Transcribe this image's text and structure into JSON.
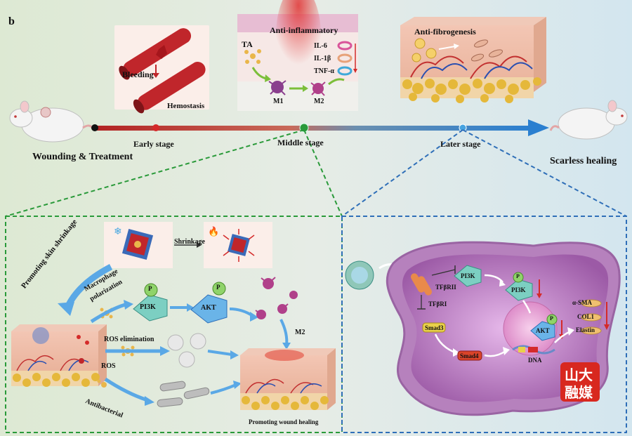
{
  "panel_label": "b",
  "timeline": {
    "start": "Wounding & Treatment",
    "early": "Early stage",
    "middle": "Middle stage",
    "later": "Later stage",
    "end": "Scarless healing"
  },
  "early_box": {
    "bleeding": "Bleeding",
    "hemostasis": "Hemostasis"
  },
  "middle_box": {
    "title": "Anti-inflammatory",
    "ta": "TA",
    "il6": "IL-6",
    "il1b": "IL-1β",
    "tnfa": "TNF-α",
    "m1": "M1",
    "m2": "M2"
  },
  "later_box": {
    "title": "Anti-fibrogenesis"
  },
  "left_panel": {
    "shrinkage": "Shrinkage",
    "promoting_skin": "Promoting skin shrinkage",
    "macrophage": "Macrophage",
    "polarization": "polarization",
    "pi3k": "PI3K",
    "akt": "AKT",
    "p": "P",
    "m2": "M2",
    "ros_elim": "ROS elimination",
    "ros": "ROS",
    "antibacterial": "Antibacterial",
    "wound_healing": "Promoting wound healing"
  },
  "right_panel": {
    "tgfbr2": "TFβRII",
    "tgfbr1": "TFβRI",
    "pi3k": "PI3K",
    "pi3k_p": "PI3K",
    "p": "P",
    "akt": "AKT",
    "smad3": "Smad3",
    "smad4": "Smad4",
    "dna": "DNA",
    "asma": "α-SMA",
    "col1": "COL1",
    "elastin": "Elastin"
  },
  "watermark": {
    "line1": "山大",
    "line2": "融媒"
  },
  "colors": {
    "timeline_start": "#b22222",
    "timeline_end": "#2a7fd0",
    "green_dash": "#2a9a3a",
    "blue_dash": "#2f6fb8",
    "cell": "#b07ab8"
  }
}
